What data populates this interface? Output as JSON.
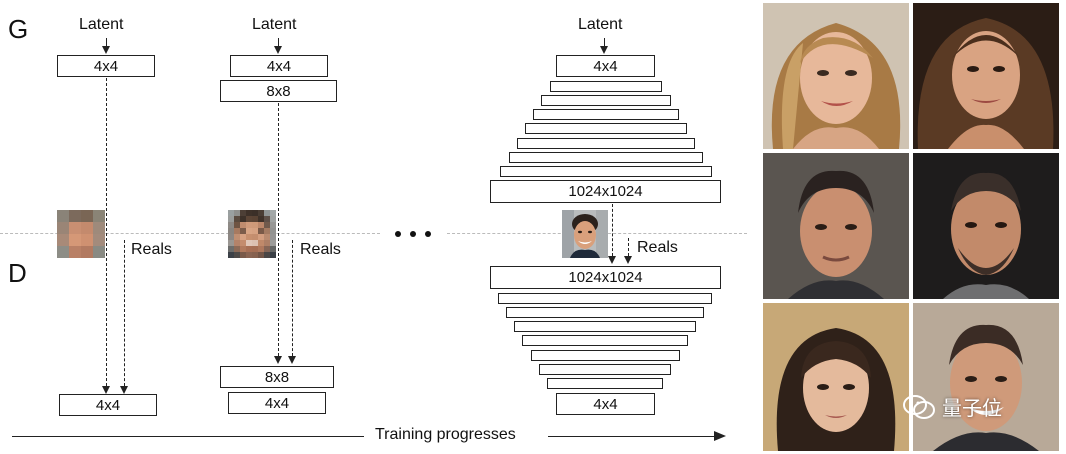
{
  "labels": {
    "g": "G",
    "d": "D",
    "latent": "Latent",
    "reals": "Reals",
    "training": "Training progresses"
  },
  "stage1": {
    "g_boxes": [
      "4x4"
    ],
    "d_boxes": [
      "4x4"
    ]
  },
  "stage2": {
    "g_boxes": [
      "4x4",
      "8x8"
    ],
    "d_boxes": [
      "8x8",
      "4x4"
    ]
  },
  "stage3": {
    "g_top": "4x4",
    "g_bottom": "1024x1024",
    "d_top": "1024x1024",
    "d_bottom": "4x4"
  },
  "colors": {
    "ink": "#222222",
    "separator": "#bbbbbb"
  },
  "gallery": {
    "image_count": 6,
    "watermark": "量子位"
  }
}
